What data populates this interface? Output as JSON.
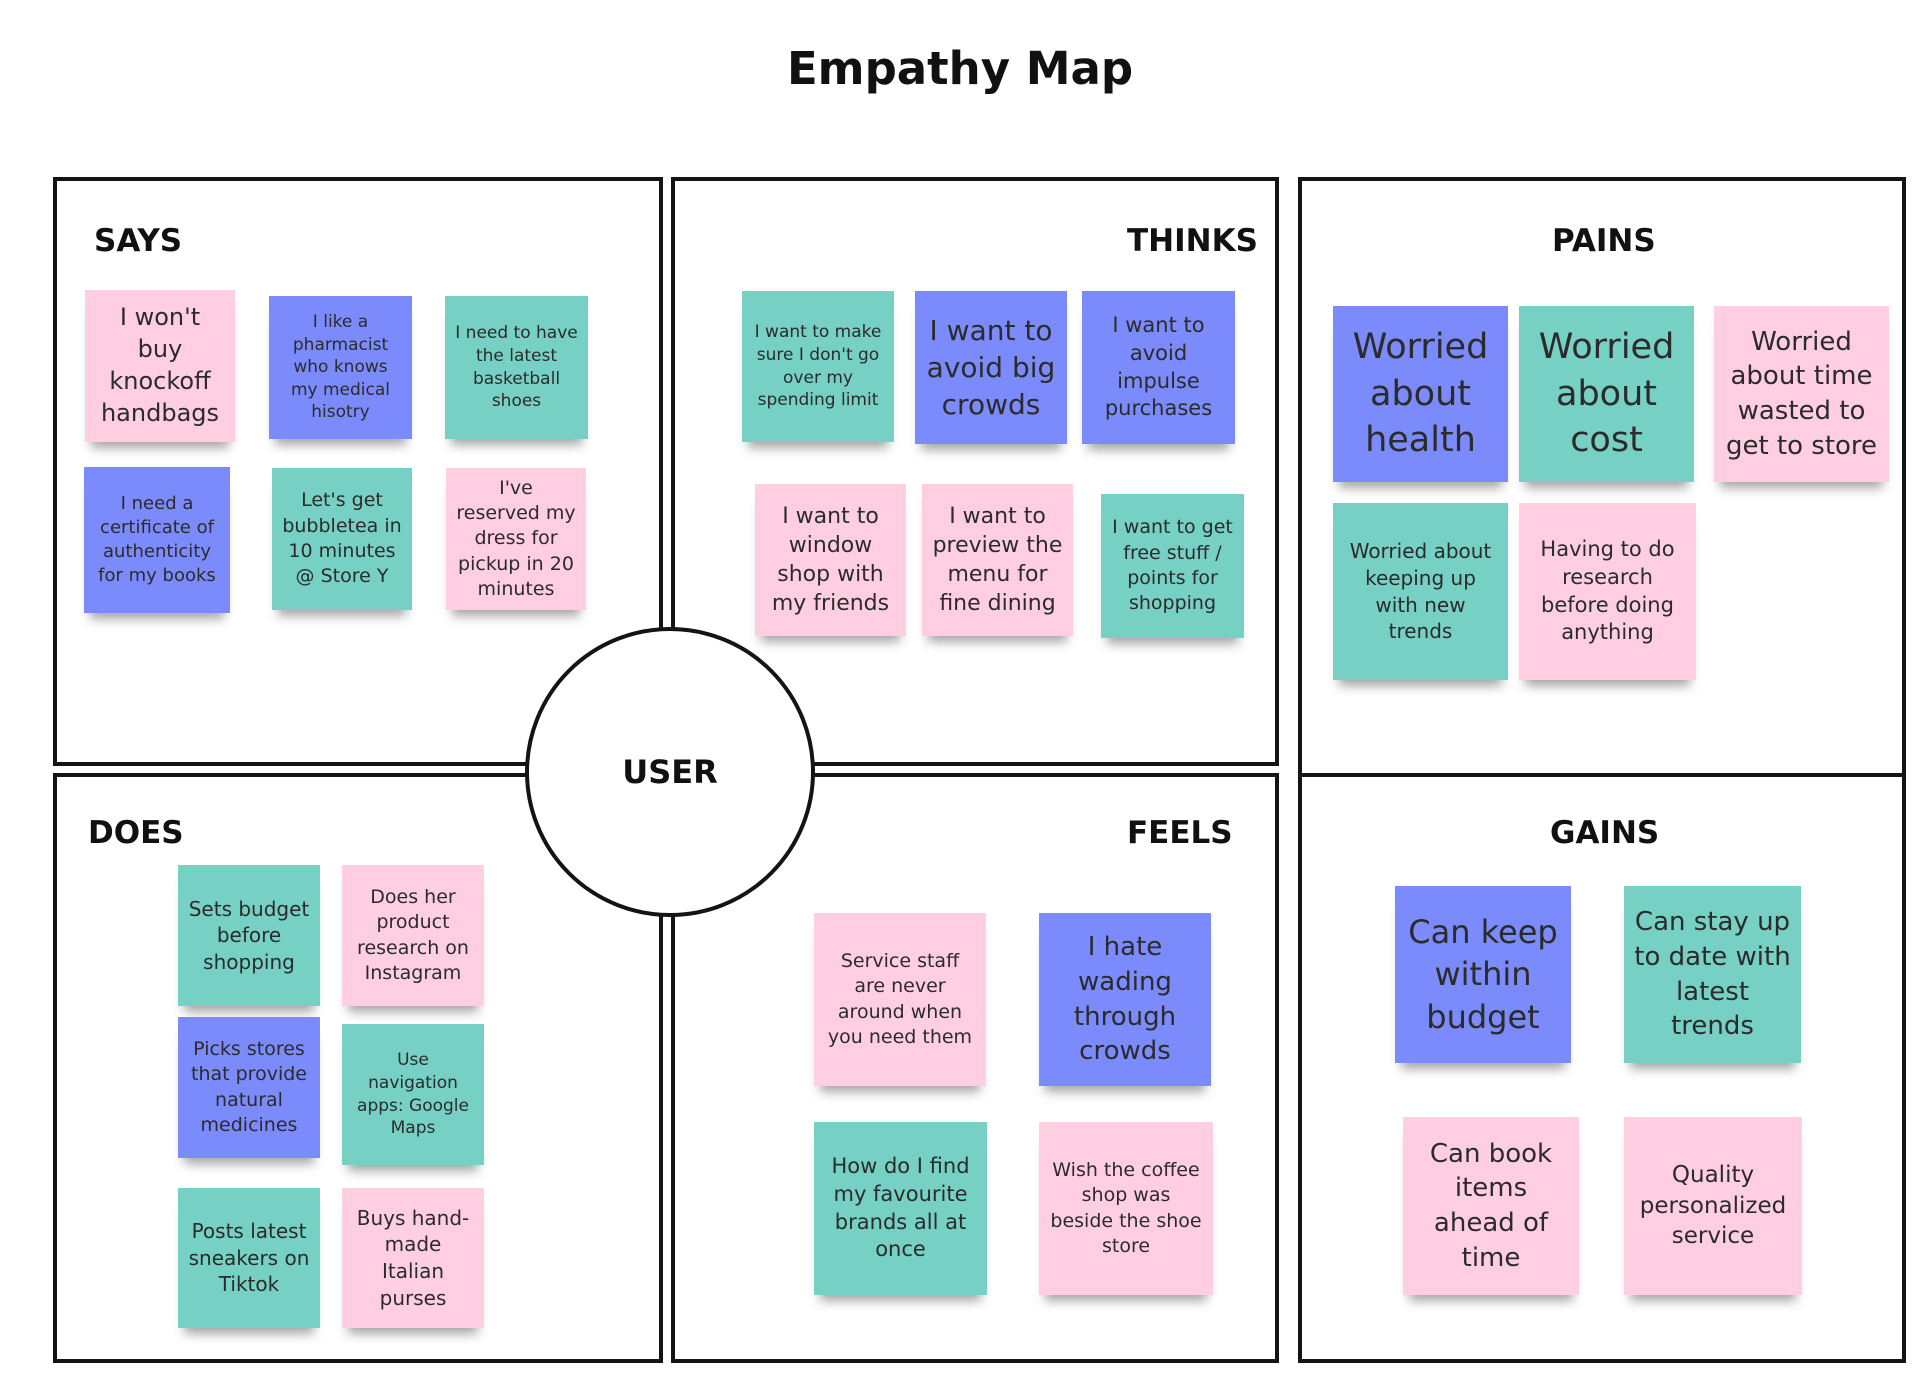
{
  "title": "Empathy Map",
  "center": "USER",
  "colors": {
    "pink": "#ffcfe1",
    "blue": "#7b8bfb",
    "teal": "#76d0c4",
    "border": "#141414"
  },
  "sections": {
    "says": {
      "label": "SAYS",
      "notes": [
        {
          "text": "I won't buy knockoff handbags",
          "color": "pink"
        },
        {
          "text": "I like a pharmacist who knows my medical hisotry",
          "color": "blue"
        },
        {
          "text": "I need to have the latest basketball shoes",
          "color": "teal"
        },
        {
          "text": "I need a certificate of authenticity for my books",
          "color": "blue"
        },
        {
          "text": "Let's get bubbletea in 10 minutes @ Store Y",
          "color": "teal"
        },
        {
          "text": "I've reserved my dress for pickup in 20 minutes",
          "color": "pink"
        }
      ]
    },
    "thinks": {
      "label": "THINKS",
      "notes": [
        {
          "text": "I want to make sure I don't go over my spending limit",
          "color": "teal"
        },
        {
          "text": "I want to avoid big crowds",
          "color": "blue"
        },
        {
          "text": "I want to avoid impulse purchases",
          "color": "blue"
        },
        {
          "text": "I want to window shop with my friends",
          "color": "pink"
        },
        {
          "text": "I want to preview the menu for fine dining",
          "color": "pink"
        },
        {
          "text": "I want to get free stuff / points for shopping",
          "color": "teal"
        }
      ]
    },
    "pains": {
      "label": "PAINS",
      "notes": [
        {
          "text": "Worried about health",
          "color": "blue"
        },
        {
          "text": "Worried about cost",
          "color": "teal"
        },
        {
          "text": "Worried about time wasted to get to store",
          "color": "pink"
        },
        {
          "text": "Worried about keeping up with new trends",
          "color": "teal"
        },
        {
          "text": "Having to do research before doing anything",
          "color": "pink"
        }
      ]
    },
    "does": {
      "label": "DOES",
      "notes": [
        {
          "text": "Sets budget before shopping",
          "color": "teal"
        },
        {
          "text": "Does her product research on Instagram",
          "color": "pink"
        },
        {
          "text": "Picks stores that provide natural medicines",
          "color": "blue"
        },
        {
          "text": "Use navigation apps: Google Maps",
          "color": "teal"
        },
        {
          "text": "Posts latest sneakers on Tiktok",
          "color": "teal"
        },
        {
          "text": "Buys hand-made Italian purses",
          "color": "pink"
        }
      ]
    },
    "feels": {
      "label": "FEELS",
      "notes": [
        {
          "text": "Service staff are never around when you need them",
          "color": "pink"
        },
        {
          "text": "I hate wading through crowds",
          "color": "blue"
        },
        {
          "text": "How do I find my favourite brands all at once",
          "color": "teal"
        },
        {
          "text": "Wish the coffee shop was beside the shoe store",
          "color": "pink"
        }
      ]
    },
    "gains": {
      "label": "GAINS",
      "notes": [
        {
          "text": "Can keep within budget",
          "color": "blue"
        },
        {
          "text": "Can stay up to date with latest trends",
          "color": "teal"
        },
        {
          "text": "Can book items ahead of time",
          "color": "pink"
        },
        {
          "text": "Quality personalized service",
          "color": "pink"
        }
      ]
    }
  }
}
